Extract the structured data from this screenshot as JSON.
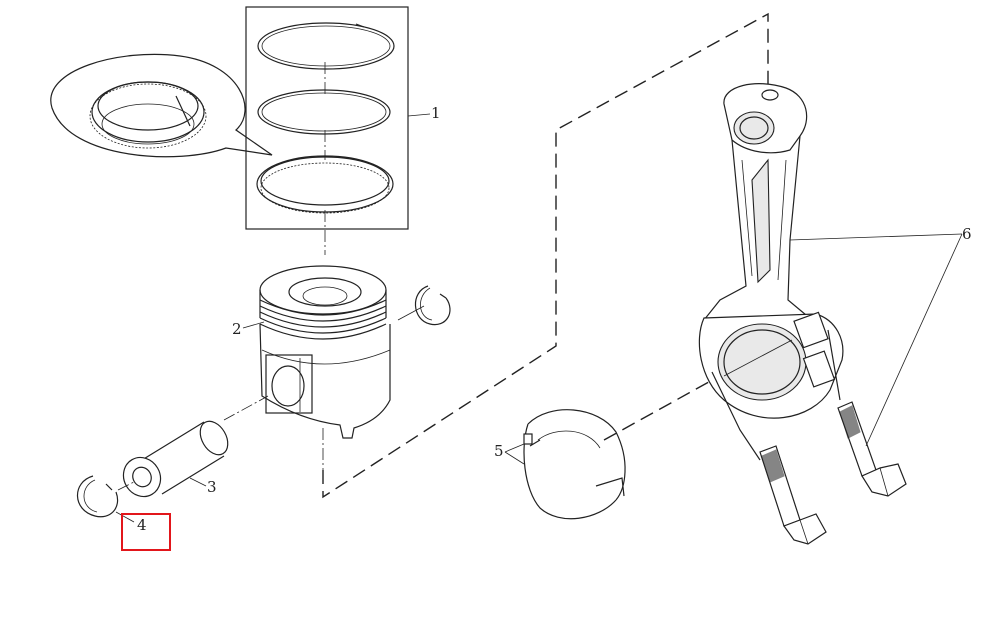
{
  "diagram": {
    "callouts": [
      {
        "id": "rings",
        "label": "1"
      },
      {
        "id": "piston",
        "label": "2"
      },
      {
        "id": "pin",
        "label": "3"
      },
      {
        "id": "circlip",
        "label": "4"
      },
      {
        "id": "bearing",
        "label": "5"
      },
      {
        "id": "conrod",
        "label": "6"
      }
    ],
    "highlight": {
      "target": "circlip",
      "color": "#e2161b"
    }
  }
}
